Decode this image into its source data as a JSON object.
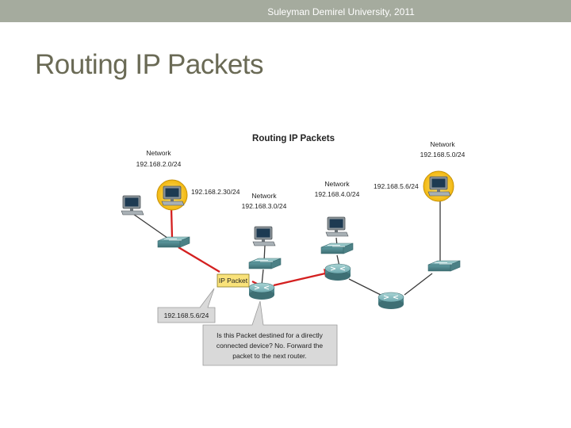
{
  "header": {
    "text": "Suleyman Demirel University, 2011"
  },
  "title": "Routing IP Packets",
  "diagram": {
    "title": "Routing IP Packets",
    "network_word": "Network",
    "networks": {
      "n1": "192.168.2.0/24",
      "n2": "192.168.3.0/24",
      "n3": "192.168.4.0/24",
      "n4": "192.168.5.0/24"
    },
    "host_addresses": {
      "source": "192.168.2.30/24",
      "destination": "192.168.5.6/24"
    },
    "packet_label": "IP Packet",
    "packet_destination": "192.168.5.6/24",
    "callout": {
      "line1": "Is this Packet destined for a directly",
      "line2": "connected device? No. Forward the",
      "line3": "packet to the next router."
    },
    "colors": {
      "packet_path": "#d42020",
      "link": "#3a3a3a",
      "highlight": "#f5c518",
      "device": "#5d9aa0"
    }
  }
}
